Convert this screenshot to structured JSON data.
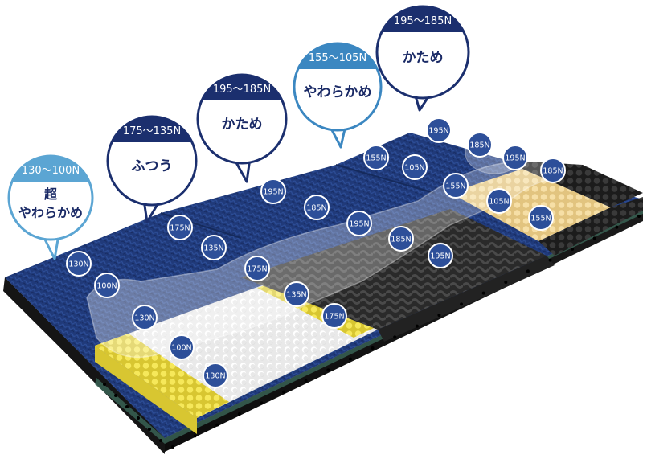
{
  "colors": {
    "navy": "#1b2f6e",
    "light_blue": "#5ba5d3",
    "mid_blue": "#3b87c1",
    "badge_fill": "#2d4f99",
    "badge_stroke": "#ffffff",
    "foam_white": "#f2f2f2",
    "foam_yellow": "#f2e24d",
    "foam_black": "#2c2c2c",
    "foam_cream": "#f2d79a",
    "cover_navy": "#203a7a"
  },
  "bubbles": [
    {
      "range": "130～100N",
      "lines": [
        "超",
        "やわらかめ"
      ],
      "theme": "light_blue"
    },
    {
      "range": "175～135N",
      "lines": [
        "ふつう"
      ],
      "theme": "navy"
    },
    {
      "range": "195～185N",
      "lines": [
        "かため"
      ],
      "theme": "navy"
    },
    {
      "range": "155～105N",
      "lines": [
        "やわらかめ"
      ],
      "theme": "mid_blue"
    },
    {
      "range": "195～185N",
      "lines": [
        "かため"
      ],
      "theme": "navy"
    }
  ],
  "badges": [
    {
      "label": "130N"
    },
    {
      "label": "100N"
    },
    {
      "label": "130N"
    },
    {
      "label": "100N"
    },
    {
      "label": "130N"
    },
    {
      "label": "175N"
    },
    {
      "label": "135N"
    },
    {
      "label": "175N"
    },
    {
      "label": "135N"
    },
    {
      "label": "175N"
    },
    {
      "label": "195N"
    },
    {
      "label": "185N"
    },
    {
      "label": "195N"
    },
    {
      "label": "185N"
    },
    {
      "label": "195N"
    },
    {
      "label": "155N"
    },
    {
      "label": "105N"
    },
    {
      "label": "155N"
    },
    {
      "label": "105N"
    },
    {
      "label": "155N"
    },
    {
      "label": "195N"
    },
    {
      "label": "185N"
    },
    {
      "label": "195N"
    },
    {
      "label": "185N"
    }
  ]
}
